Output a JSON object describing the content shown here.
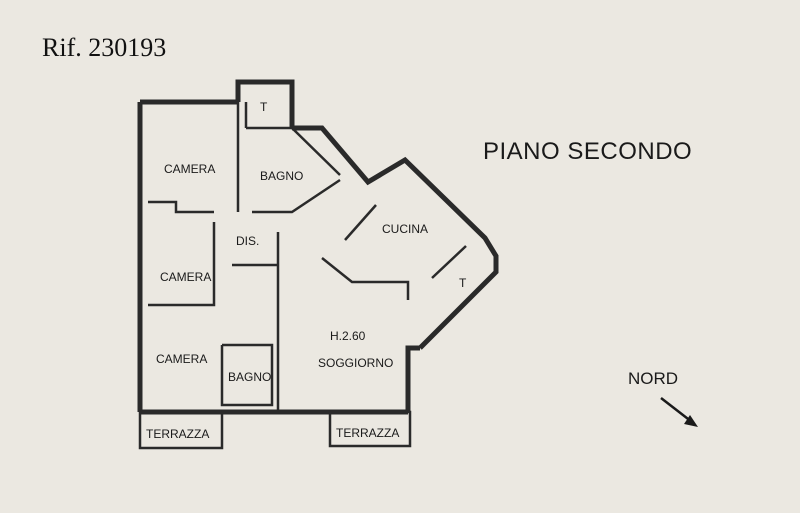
{
  "header": {
    "reference": "Rif. 230193",
    "floor_title": "PIANO SECONDO"
  },
  "compass": {
    "label": "NORD",
    "arrow_icon": "arrow-southeast-icon"
  },
  "rooms": {
    "camera_top": "CAMERA",
    "bagno_top": "BAGNO",
    "dis": "DIS.",
    "camera_middle": "CAMERA",
    "cucina": "CUCINA",
    "terrace_kitchen": "T",
    "terrace_bath": "T",
    "height": "H.2.60",
    "soggiorno": "SOGGIORNO",
    "camera_bottom": "CAMERA",
    "bagno_bottom": "BAGNO",
    "terrazza_left": "TERRAZZA",
    "terrazza_right": "TERRAZZA"
  },
  "colors": {
    "paper": "#ebe8e1",
    "ink": "#2a2a2a"
  }
}
